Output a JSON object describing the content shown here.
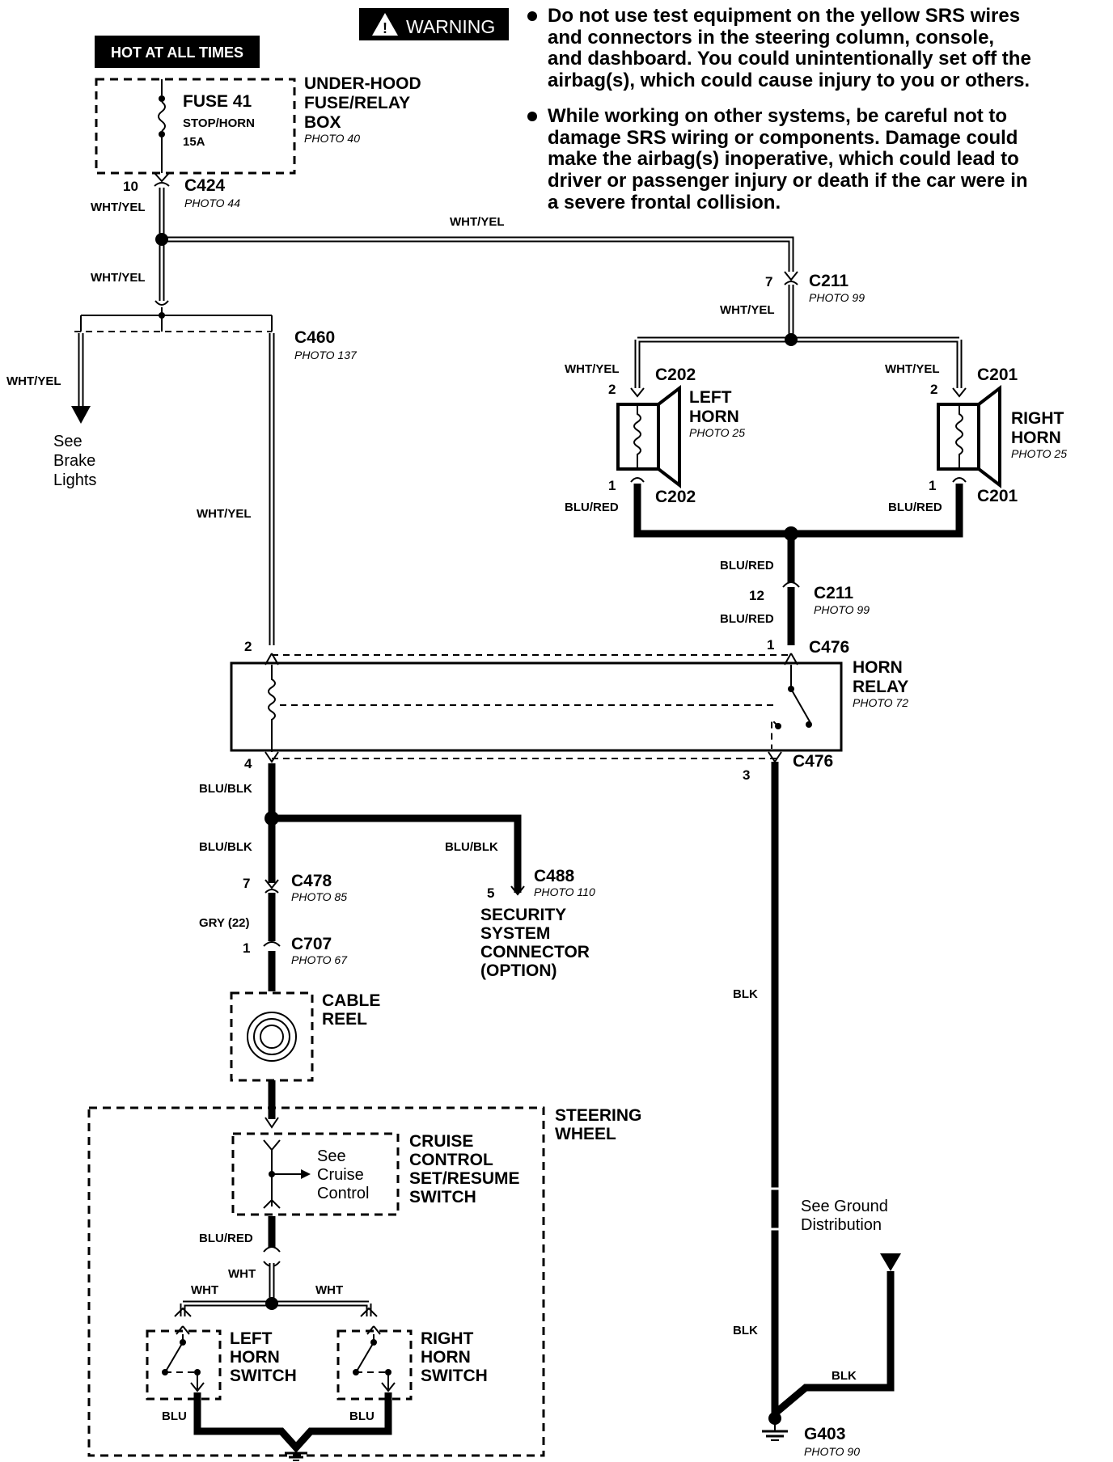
{
  "warning": {
    "badge": "WARNING",
    "bullets": [
      [
        "Do not use test equipment on the yellow SRS wires",
        "and connectors in the steering column, console,",
        "and dashboard. You could unintentionally set off the",
        "airbag(s), which could cause injury to you or others."
      ],
      [
        "While working on other systems, be careful not to",
        "damage SRS wiring or components. Damage could",
        "make the airbag(s) inoperative, which could lead to",
        "driver or passenger injury or death if the car were in",
        "a severe frontal collision."
      ]
    ]
  },
  "power": {
    "hot_label": "HOT AT ALL TIMES",
    "fuse_name": "FUSE 41",
    "fuse_desc": "STOP/HORN",
    "fuse_amps": "15A",
    "box_lines": [
      "UNDER-HOOD",
      "FUSE/RELAY",
      "BOX"
    ],
    "box_photo": "PHOTO 40"
  },
  "connectors": {
    "c424": {
      "name": "C424",
      "photo": "PHOTO 44",
      "pin": "10"
    },
    "c211_top": {
      "name": "C211",
      "photo": "PHOTO 99",
      "pin": "7"
    },
    "c211_bot": {
      "name": "C211",
      "photo": "PHOTO 99",
      "pin": "12"
    },
    "c460": {
      "name": "C460",
      "photo": "PHOTO 137"
    },
    "c202_top": {
      "name": "C202",
      "pin": "2"
    },
    "c202_bot": {
      "name": "C202",
      "pin": "1"
    },
    "c201_top": {
      "name": "C201",
      "pin": "2"
    },
    "c201_bot": {
      "name": "C201",
      "pin": "1"
    },
    "c476_top": {
      "name": "C476",
      "pin_left": "2",
      "pin_right": "1"
    },
    "c476_bot": {
      "name": "C476",
      "pin_left": "4",
      "pin_right": "3"
    },
    "c478": {
      "name": "C478",
      "photo": "PHOTO 85",
      "pin": "7"
    },
    "c488": {
      "name": "C488",
      "photo": "PHOTO 110",
      "pin": "5"
    },
    "c707": {
      "name": "C707",
      "photo": "PHOTO 67",
      "pin": "1"
    }
  },
  "wires": {
    "wht_yel": "WHT/YEL",
    "blu_red": "BLU/RED",
    "blu_blk": "BLU/BLK",
    "gry22": "GRY (22)",
    "blk": "BLK",
    "wht": "WHT",
    "blu": "BLU"
  },
  "components": {
    "brake_ref": [
      "See",
      "Brake",
      "Lights"
    ],
    "left_horn": [
      "LEFT",
      "HORN"
    ],
    "left_horn_photo": "PHOTO 25",
    "right_horn": [
      "RIGHT",
      "HORN"
    ],
    "right_horn_photo": "PHOTO 25",
    "horn_relay": [
      "HORN",
      "RELAY"
    ],
    "horn_relay_photo": "PHOTO 72",
    "security": [
      "SECURITY",
      "SYSTEM",
      "CONNECTOR",
      "(OPTION)"
    ],
    "cable_reel": [
      "CABLE",
      "REEL"
    ],
    "steering_wheel": [
      "STEERING",
      "WHEEL"
    ],
    "cruise_ref": [
      "See",
      "Cruise",
      "Control"
    ],
    "cruise_switch": [
      "CRUISE",
      "CONTROL",
      "SET/RESUME",
      "SWITCH"
    ],
    "left_switch": [
      "LEFT",
      "HORN",
      "SWITCH"
    ],
    "right_switch": [
      "RIGHT",
      "HORN",
      "SWITCH"
    ],
    "ground_ref": [
      "See Ground",
      "Distribution"
    ],
    "ground_name": "G403",
    "ground_photo": "PHOTO 90"
  }
}
